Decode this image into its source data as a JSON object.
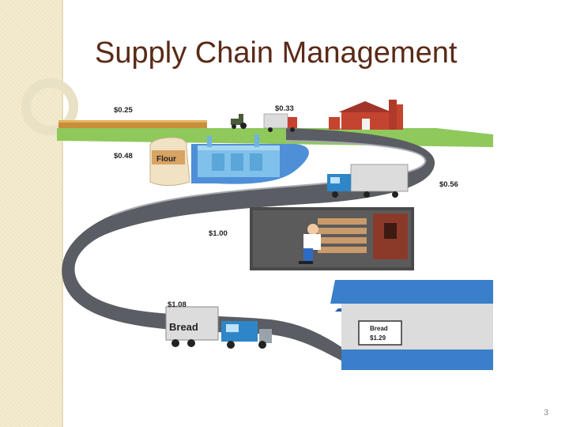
{
  "slide": {
    "title": "Supply Chain Management",
    "page_number": "3"
  },
  "illustration": {
    "prices": {
      "wheat": "$0.25",
      "farm": "$0.33",
      "flour": "$0.48",
      "transport": "$0.56",
      "bakery": "$1.00",
      "delivery": "$1.08"
    },
    "flour_bag_label": "Flour",
    "truck_label": "Bread",
    "store_sign": {
      "product": "Bread",
      "price": "$1.29"
    }
  },
  "colors": {
    "title": "#5a2a17",
    "road": "#5a5d63",
    "water": "#4f8fd8",
    "grass": "#8fc85b",
    "barn": "#c4442f",
    "truck_blue": "#2e86c8",
    "awning": "#3a7fc9"
  }
}
